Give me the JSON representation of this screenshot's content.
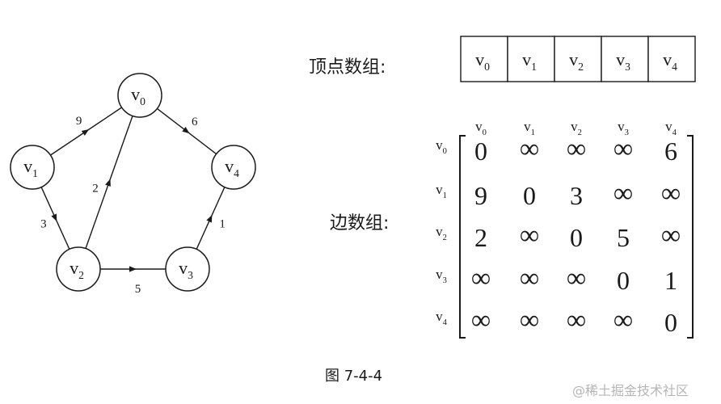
{
  "vertex_label": "顶点数组:",
  "edge_label": "边数组:",
  "caption": "图 7-4-4",
  "watermark": "@稀土掘金技术社区",
  "vertices": [
    {
      "base": "v",
      "sub": "0"
    },
    {
      "base": "v",
      "sub": "1"
    },
    {
      "base": "v",
      "sub": "2"
    },
    {
      "base": "v",
      "sub": "3"
    },
    {
      "base": "v",
      "sub": "4"
    }
  ],
  "edges": [
    {
      "from": 1,
      "to": 0,
      "weight": "9"
    },
    {
      "from": 0,
      "to": 4,
      "weight": "6"
    },
    {
      "from": 2,
      "to": 0,
      "weight": "2"
    },
    {
      "from": 1,
      "to": 2,
      "weight": "3"
    },
    {
      "from": 2,
      "to": 3,
      "weight": "5"
    },
    {
      "from": 3,
      "to": 4,
      "weight": "1"
    }
  ],
  "matrix": [
    [
      "0",
      "∞",
      "∞",
      "∞",
      "6"
    ],
    [
      "9",
      "0",
      "3",
      "∞",
      "∞"
    ],
    [
      "2",
      "∞",
      "0",
      "5",
      "∞"
    ],
    [
      "∞",
      "∞",
      "∞",
      "0",
      "1"
    ],
    [
      "∞",
      "∞",
      "∞",
      "∞",
      "0"
    ]
  ]
}
